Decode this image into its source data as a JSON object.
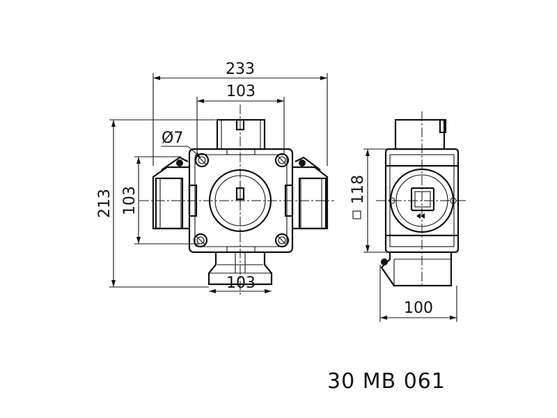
{
  "dimensions": {
    "overall_width": "233",
    "top_inner_width": "103",
    "hole_diameter": "Ø7",
    "overall_height": "213",
    "side_height": "103",
    "bottom_width": "103",
    "square_side": "118",
    "side_view_width": "100"
  },
  "product_code": "30 MB 061"
}
